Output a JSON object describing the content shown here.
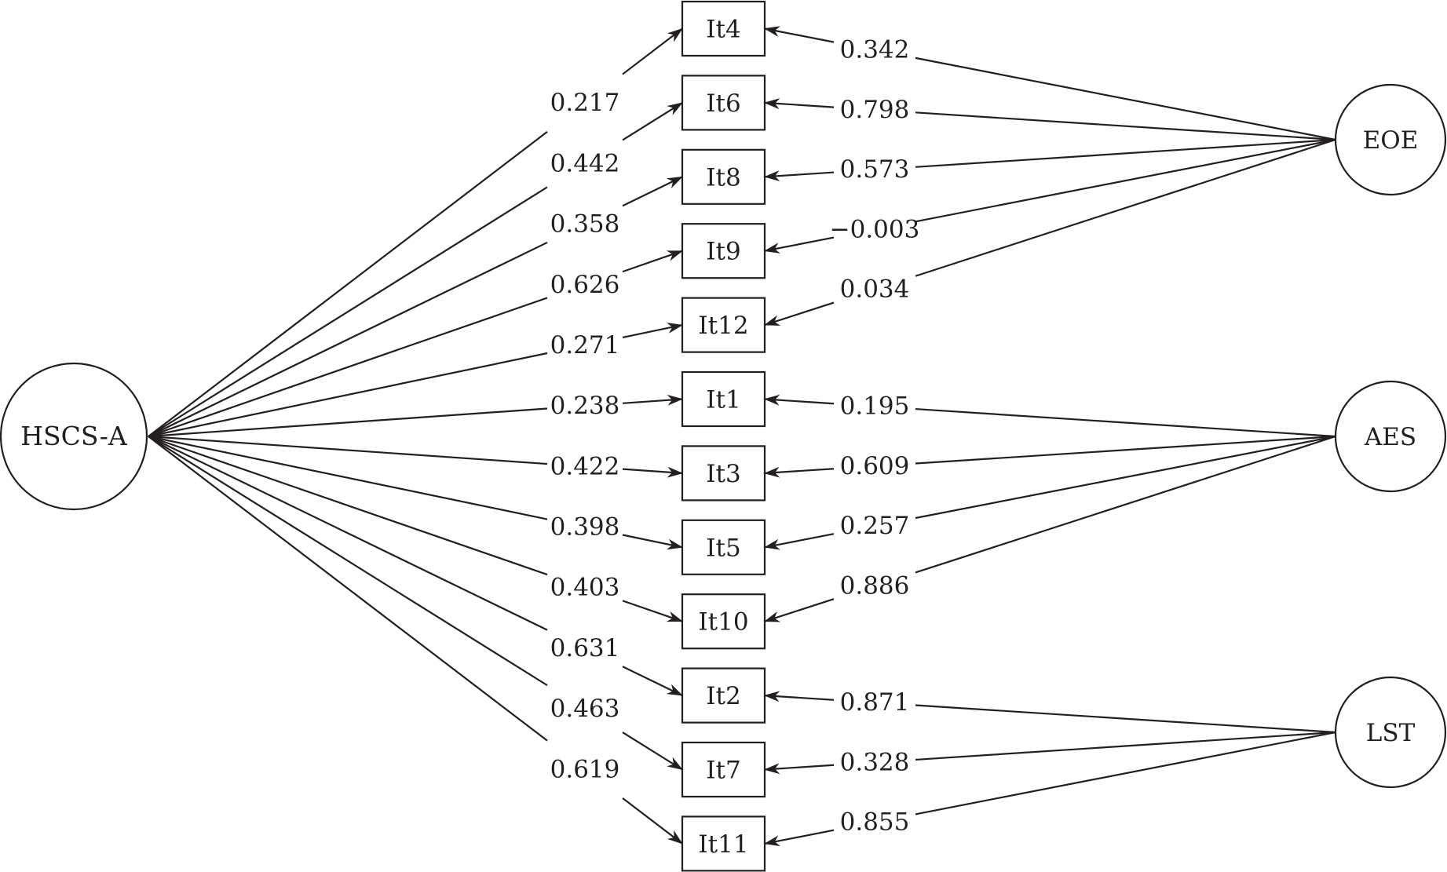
{
  "diagram": {
    "type": "structural-equation-model",
    "general_factor": {
      "id": "HSCS-A",
      "label": "HSCS-A"
    },
    "specific_factors": [
      {
        "id": "EOE",
        "label": "EOE"
      },
      {
        "id": "AES",
        "label": "AES"
      },
      {
        "id": "LST",
        "label": "LST"
      }
    ],
    "items": [
      {
        "id": "It4",
        "label": "It4",
        "general_loading": "0.217",
        "specific_factor": "EOE",
        "specific_loading": "0.342"
      },
      {
        "id": "It6",
        "label": "It6",
        "general_loading": "0.442",
        "specific_factor": "EOE",
        "specific_loading": "0.798"
      },
      {
        "id": "It8",
        "label": "It8",
        "general_loading": "0.358",
        "specific_factor": "EOE",
        "specific_loading": "0.573"
      },
      {
        "id": "It9",
        "label": "It9",
        "general_loading": "0.626",
        "specific_factor": "EOE",
        "specific_loading": "−0.003"
      },
      {
        "id": "It12",
        "label": "It12",
        "general_loading": "0.271",
        "specific_factor": "EOE",
        "specific_loading": "0.034"
      },
      {
        "id": "It1",
        "label": "It1",
        "general_loading": "0.238",
        "specific_factor": "AES",
        "specific_loading": "0.195"
      },
      {
        "id": "It3",
        "label": "It3",
        "general_loading": "0.422",
        "specific_factor": "AES",
        "specific_loading": "0.609"
      },
      {
        "id": "It5",
        "label": "It5",
        "general_loading": "0.398",
        "specific_factor": "AES",
        "specific_loading": "0.257"
      },
      {
        "id": "It10",
        "label": "It10",
        "general_loading": "0.403",
        "specific_factor": "AES",
        "specific_loading": "0.886"
      },
      {
        "id": "It2",
        "label": "It2",
        "general_loading": "0.631",
        "specific_factor": "LST",
        "specific_loading": "0.871"
      },
      {
        "id": "It7",
        "label": "It7",
        "general_loading": "0.463",
        "specific_factor": "LST",
        "specific_loading": "0.328"
      },
      {
        "id": "It11",
        "label": "It11",
        "general_loading": "0.619",
        "specific_factor": "LST",
        "specific_loading": "0.855"
      }
    ],
    "colors": {
      "ink": "#231f20",
      "background": "#ffffff"
    }
  }
}
